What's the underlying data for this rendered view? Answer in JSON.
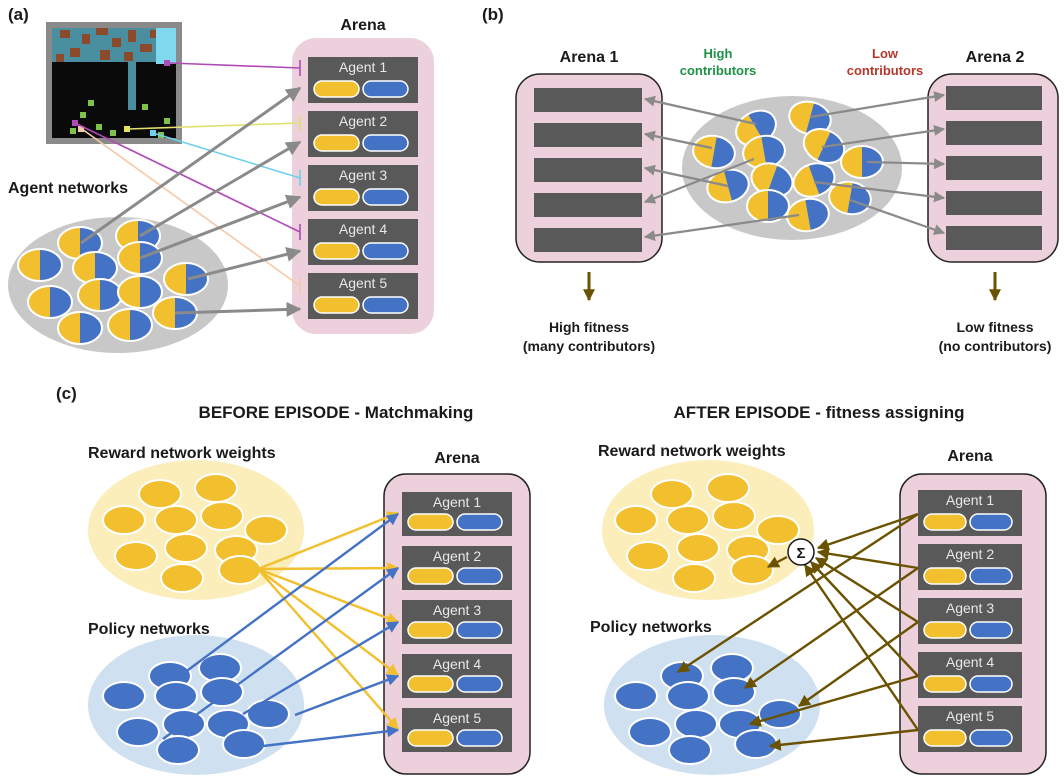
{
  "panel_a": {
    "label": "(a)",
    "arena_title": "Arena",
    "networks_label": "Agent networks",
    "agents": [
      "Agent 1",
      "Agent 2",
      "Agent 3",
      "Agent 4",
      "Agent 5"
    ]
  },
  "panel_b": {
    "label": "(b)",
    "arena1_title": "Arena 1",
    "arena2_title": "Arena 2",
    "high_line1": "High",
    "high_line2": "contributors",
    "low_line1": "Low",
    "low_line2": "contributors",
    "fitness_high_line1": "High fitness",
    "fitness_high_line2": "(many contributors)",
    "fitness_low_line1": "Low fitness",
    "fitness_low_line2": "(no contributors)"
  },
  "panel_c": {
    "label": "(c)",
    "before_title": "BEFORE EPISODE - Matchmaking",
    "after_title": "AFTER EPISODE - fitness assigning",
    "reward_label": "Reward network weights",
    "policy_label": "Policy networks",
    "arena_title": "Arena",
    "sum_symbol": "Σ",
    "agents": [
      "Agent 1",
      "Agent 2",
      "Agent 3",
      "Agent 4",
      "Agent 5"
    ]
  },
  "colors": {
    "yellow": "#f2bf2e",
    "blue": "#4472c4",
    "arena_pink": "#ecd1dc",
    "slot_gray": "#595959",
    "pool_gray": "#c8c8c8",
    "reward_bg": "#fbeebb",
    "policy_bg": "#cfe0f0",
    "brown": "#6b5200",
    "gray_arrow": "#8a8a8a",
    "green_text": "#1f9146",
    "red_text": "#b5382b"
  }
}
